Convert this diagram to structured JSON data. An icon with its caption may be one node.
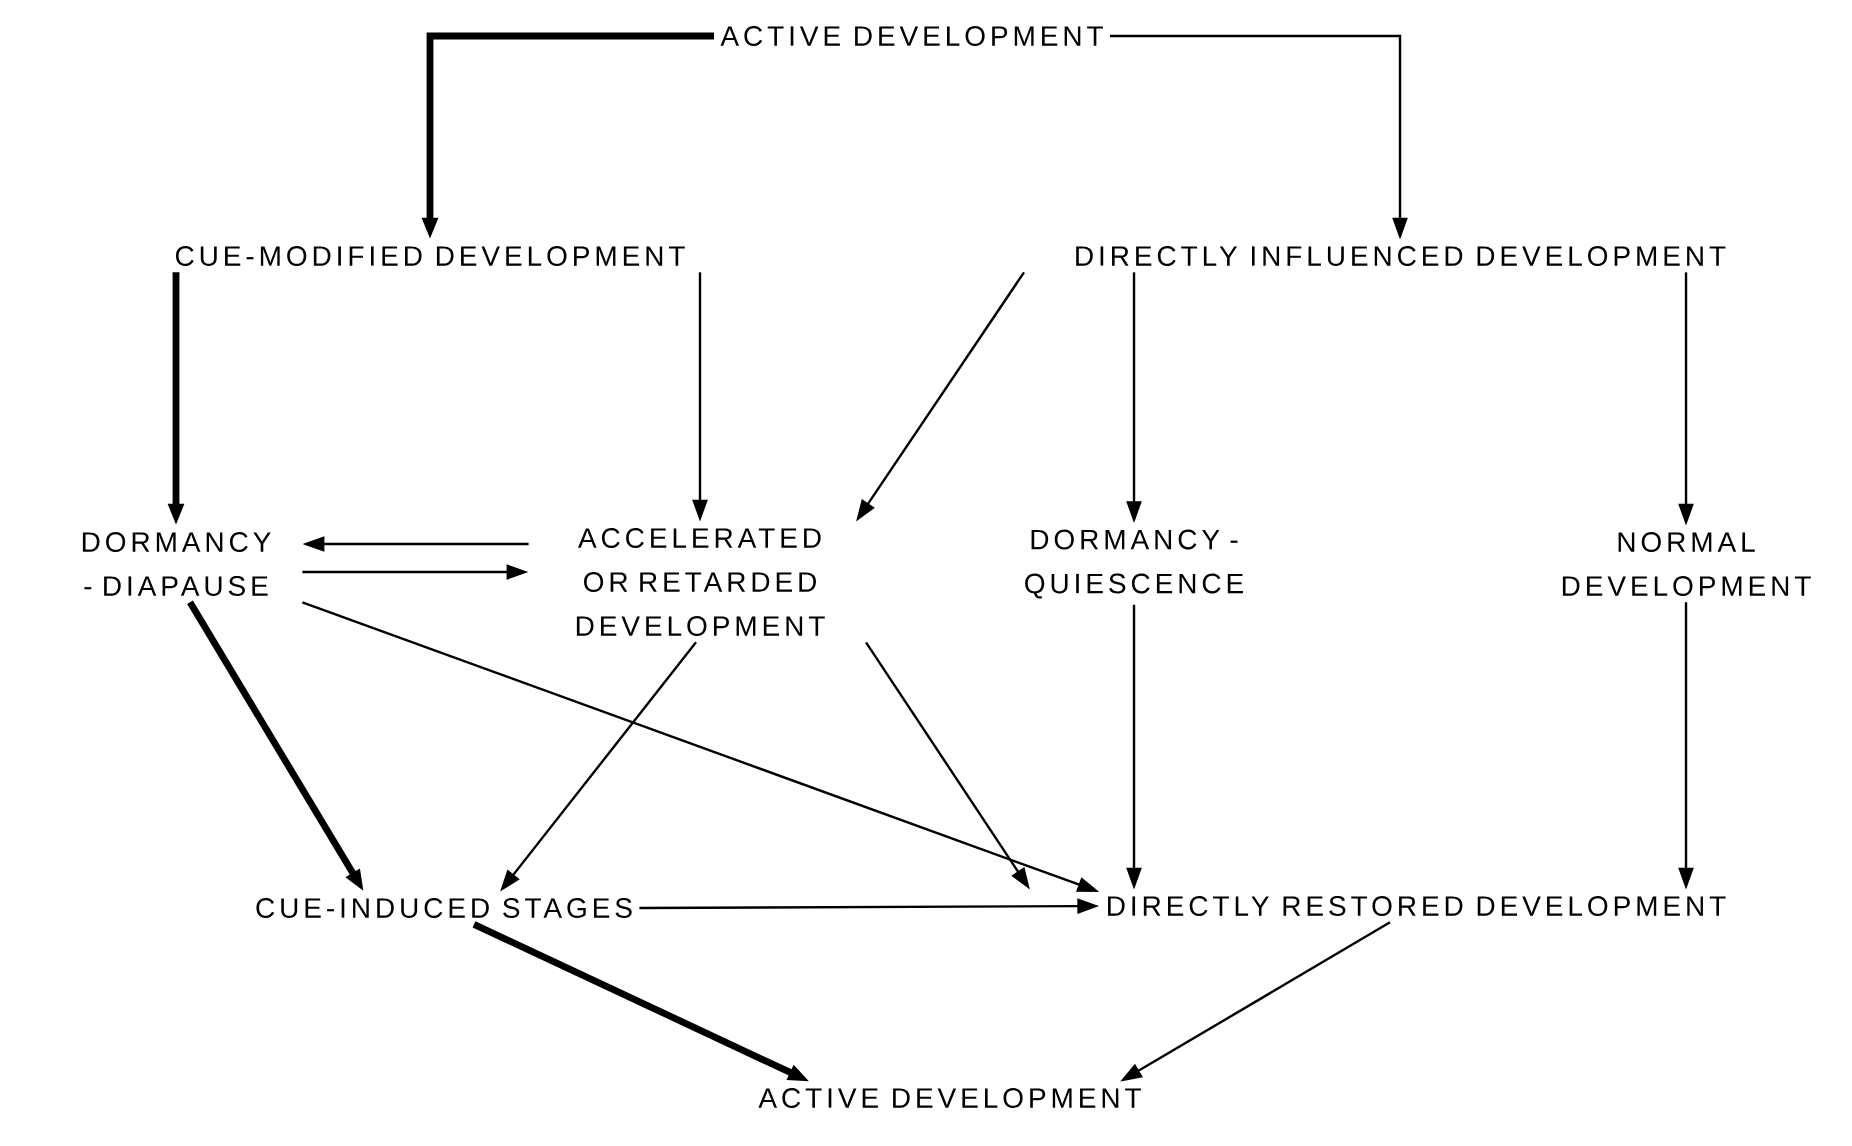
{
  "diagram": {
    "nodes": [
      {
        "text": [
          "ACTIVE DEVELOPMENT"
        ]
      },
      {
        "text": [
          "CUE-MODIFIED DEVELOPMENT"
        ]
      },
      {
        "text": [
          "DIRECTLY INFLUENCED DEVELOPMENT"
        ]
      },
      {
        "text": [
          "DORMANCY - DIAPAUSE"
        ]
      },
      {
        "text": [
          "ACCELERATED OR RETARDED DEVELOPMENT"
        ]
      },
      {
        "text": [
          "DORMANCY - QUIESCENCE"
        ]
      },
      {
        "text": [
          "NORMAL DEVELOPMENT"
        ]
      },
      {
        "text": [
          "CUE-INDUCED STAGES"
        ]
      },
      {
        "text": [
          "DIRECTLY RESTORED DEVELOPMENT"
        ]
      },
      {
        "text": [
          "ACTIVE DEVELOPMENT"
        ]
      }
    ],
    "edges": [
      {
        "from": 0,
        "to": 1,
        "arrow": "to",
        "style": "thick"
      },
      {
        "from": 0,
        "to": 2,
        "arrow": "to"
      },
      {
        "from": 1,
        "to": 3,
        "arrow": "to",
        "style": "thick"
      },
      {
        "from": 1,
        "to": 4,
        "arrow": "to"
      },
      {
        "from": 2,
        "to": 4,
        "arrow": "to"
      },
      {
        "from": 2,
        "to": 5,
        "arrow": "to"
      },
      {
        "from": 2,
        "to": 6,
        "arrow": "to"
      },
      {
        "from": 4,
        "to": 3,
        "arrow": "to"
      },
      {
        "from": 3,
        "to": 4,
        "arrow": "to"
      },
      {
        "from": 3,
        "to": 8,
        "arrow": "to"
      },
      {
        "from": 3,
        "to": 7,
        "arrow": "to",
        "style": "thick"
      },
      {
        "from": 4,
        "to": 7,
        "arrow": "to"
      },
      {
        "from": 4,
        "to": 8,
        "arrow": "to"
      },
      {
        "from": 5,
        "to": 8,
        "arrow": "to"
      },
      {
        "from": 6,
        "to": 8,
        "arrow": "to"
      },
      {
        "from": 7,
        "to": 8,
        "arrow": "to"
      },
      {
        "from": 7,
        "to": 9,
        "arrow": "to",
        "style": "thick"
      },
      {
        "from": 8,
        "to": 9,
        "arrow": "to"
      }
    ]
  }
}
